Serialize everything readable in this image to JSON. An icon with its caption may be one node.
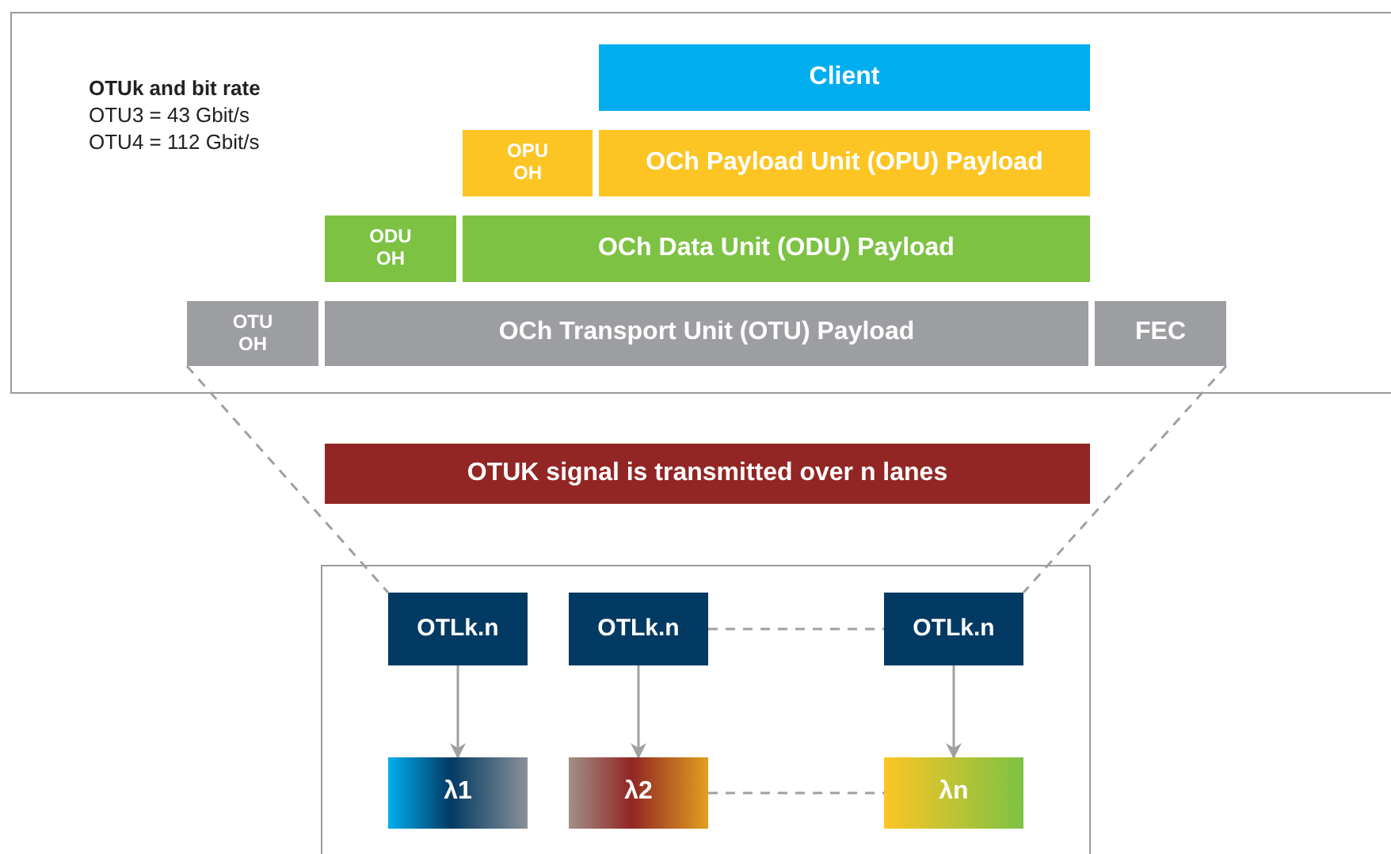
{
  "diagram": {
    "nodes": [
      {
        "text": [
          "Client"
        ]
      },
      {
        "text": [
          "OPU OH"
        ]
      },
      {
        "text": [
          "OCh Payload Unit (OPU) Payload"
        ]
      },
      {
        "text": [
          "ODU OH"
        ]
      },
      {
        "text": [
          "OCh Data Unit (ODU) Payload"
        ]
      },
      {
        "text": [
          "OTU OH"
        ]
      },
      {
        "text": [
          "OCh Transport Unit (OTU) Payload"
        ]
      },
      {
        "text": [
          "FEC"
        ]
      },
      {
        "text": [
          "OTUK signal is transmitted over n lanes"
        ]
      },
      {
        "text": [
          "OTLk.n"
        ]
      },
      {
        "text": [
          "OTLk.n"
        ]
      },
      {
        "text": [
          "OTLk.n"
        ]
      },
      {
        "text": [
          "λ1"
        ]
      },
      {
        "text": [
          "λ2"
        ]
      },
      {
        "text": [
          "λn"
        ]
      }
    ],
    "edges": [
      {
        "from": 5,
        "to": 9,
        "arrow": "none",
        "style": "dashed"
      },
      {
        "from": 7,
        "to": 11,
        "arrow": "none",
        "style": "dashed"
      },
      {
        "from": 10,
        "to": 11,
        "arrow": "none",
        "style": "dashed"
      },
      {
        "from": 9,
        "to": 12,
        "arrow": "to"
      },
      {
        "from": 10,
        "to": 13,
        "arrow": "to"
      },
      {
        "from": 11,
        "to": 14,
        "arrow": "to"
      },
      {
        "from": 13,
        "to": 14,
        "arrow": "none",
        "style": "dashed"
      }
    ],
    "labels": [
      "OTUk and bit rate",
      "OTU3 = 43 Gbit/s",
      "OTU4 = 112 Gbit/s"
    ]
  }
}
